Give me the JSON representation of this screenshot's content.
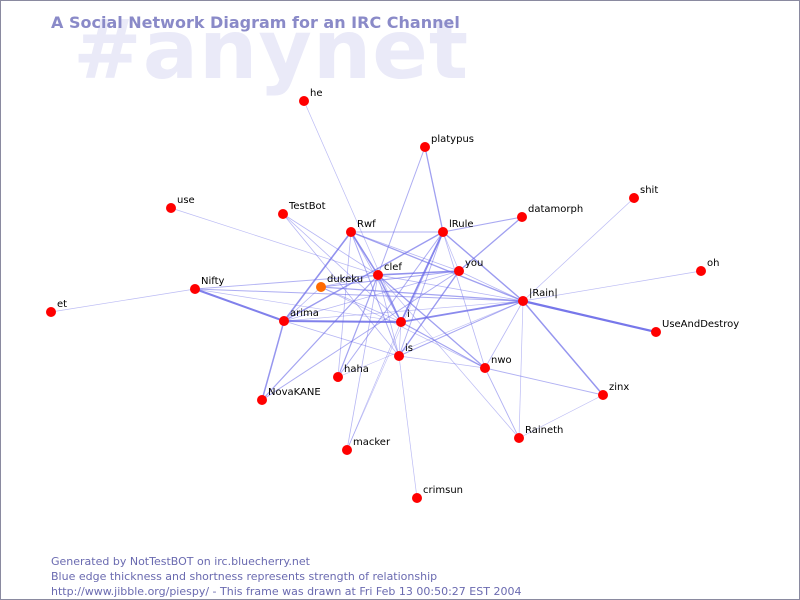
{
  "watermark": "#anynet",
  "title": "A Social Network Diagram for an IRC Channel",
  "colors": {
    "edge": "#6a6ae8",
    "node": "#ff0000",
    "node_highlight": "#ff6a00",
    "title": "#8a8ac8",
    "footer": "#6a6ab0",
    "watermark": "#eaeaf8"
  },
  "footer": {
    "line1": "Generated by NotTestBOT on irc.bluecherry.net",
    "line2": "Blue edge thickness and shortness represents strength of relationship",
    "line3": "http://www.jibble.org/piespy/ - This frame was drawn at Fri Feb 13 00:50:27 EST 2004"
  },
  "nodes": [
    {
      "id": "he",
      "label": "he"
    },
    {
      "id": "platypus",
      "label": "platypus"
    },
    {
      "id": "use",
      "label": "use"
    },
    {
      "id": "TestBot",
      "label": "TestBot"
    },
    {
      "id": "shit",
      "label": "shit"
    },
    {
      "id": "datamorph",
      "label": "datamorph"
    },
    {
      "id": "Rwf",
      "label": "Rwf"
    },
    {
      "id": "IRule",
      "label": "lRule"
    },
    {
      "id": "clef",
      "label": "clef"
    },
    {
      "id": "you",
      "label": "you"
    },
    {
      "id": "dukeku",
      "label": "dukeku",
      "highlight": true
    },
    {
      "id": "Nifty",
      "label": "Nifty"
    },
    {
      "id": "oh",
      "label": "oh"
    },
    {
      "id": "IRainI",
      "label": "|Rain|"
    },
    {
      "id": "et",
      "label": "et"
    },
    {
      "id": "arima",
      "label": "arima"
    },
    {
      "id": "i",
      "label": "i"
    },
    {
      "id": "UseAndDestroy",
      "label": "UseAndDestroy"
    },
    {
      "id": "is",
      "label": "is"
    },
    {
      "id": "nwo",
      "label": "nwo"
    },
    {
      "id": "haha",
      "label": "haha"
    },
    {
      "id": "NovaKANE",
      "label": "NovaKANE"
    },
    {
      "id": "zinx",
      "label": "zinx"
    },
    {
      "id": "Raineth",
      "label": "Raineth"
    },
    {
      "id": "macker",
      "label": "macker"
    },
    {
      "id": "crimsun",
      "label": "crimsun"
    }
  ],
  "edges": [
    {
      "from": "IRainI",
      "to": "UseAndDestroy",
      "weight": 2.2
    },
    {
      "from": "Nifty",
      "to": "arima",
      "weight": 2.0
    },
    {
      "from": "arima",
      "to": "i",
      "weight": 2.0
    },
    {
      "from": "i",
      "to": "IRainI",
      "weight": 1.8
    },
    {
      "from": "IRule",
      "to": "i",
      "weight": 1.8
    },
    {
      "from": "Rwf",
      "to": "clef",
      "weight": 1.6
    },
    {
      "from": "Rwf",
      "to": "arima",
      "weight": 1.6
    },
    {
      "from": "clef",
      "to": "you",
      "weight": 1.6
    },
    {
      "from": "IRainI",
      "to": "zinx",
      "weight": 1.5
    },
    {
      "from": "arima",
      "to": "NovaKANE",
      "weight": 1.5
    },
    {
      "from": "clef",
      "to": "i",
      "weight": 1.5
    },
    {
      "from": "IRule",
      "to": "IRainI",
      "weight": 1.4
    },
    {
      "from": "IRule",
      "to": "arima",
      "weight": 1.4
    },
    {
      "from": "you",
      "to": "is",
      "weight": 1.4
    },
    {
      "from": "Rwf",
      "to": "IRainI",
      "weight": 1.3
    },
    {
      "from": "clef",
      "to": "nwo",
      "weight": 1.3
    },
    {
      "from": "platypus",
      "to": "IRule",
      "weight": 1.3
    },
    {
      "from": "datamorph",
      "to": "you",
      "weight": 1.3
    },
    {
      "from": "datamorph",
      "to": "IRule",
      "weight": 1.1
    },
    {
      "from": "dukeku",
      "to": "IRainI",
      "weight": 1.2
    },
    {
      "from": "dukeku",
      "to": "you",
      "weight": 1.1
    },
    {
      "from": "clef",
      "to": "NovaKANE",
      "weight": 1.2
    },
    {
      "from": "clef",
      "to": "haha",
      "weight": 1.2
    },
    {
      "from": "i",
      "to": "nwo",
      "weight": 1.2
    },
    {
      "from": "is",
      "to": "IRainI",
      "weight": 1.1
    },
    {
      "from": "platypus",
      "to": "clef",
      "weight": 1.0
    },
    {
      "from": "Rwf",
      "to": "IRule",
      "weight": 1.0
    },
    {
      "from": "Rwf",
      "to": "is",
      "weight": 1.0
    },
    {
      "from": "Nifty",
      "to": "IRainI",
      "weight": 1.0
    },
    {
      "from": "NovaKANE",
      "to": "you",
      "weight": 1.0
    },
    {
      "from": "haha",
      "to": "IRule",
      "weight": 1.0
    },
    {
      "from": "Nifty",
      "to": "clef",
      "weight": 0.9
    },
    {
      "from": "nwo",
      "to": "Raineth",
      "weight": 0.9
    },
    {
      "from": "nwo",
      "to": "zinx",
      "weight": 0.9
    },
    {
      "from": "is",
      "to": "IRule",
      "weight": 0.9
    },
    {
      "from": "TestBot",
      "to": "i",
      "weight": 0.8
    },
    {
      "from": "TestBot",
      "to": "clef",
      "weight": 0.8
    },
    {
      "from": "TestBot",
      "to": "is",
      "weight": 0.8
    },
    {
      "from": "Rwf",
      "to": "you",
      "weight": 0.8
    },
    {
      "from": "Rwf",
      "to": "i",
      "weight": 0.8
    },
    {
      "from": "Rwf",
      "to": "haha",
      "weight": 0.8
    },
    {
      "from": "IRule",
      "to": "nwo",
      "weight": 0.8
    },
    {
      "from": "you",
      "to": "IRainI",
      "weight": 0.8
    },
    {
      "from": "you",
      "to": "arima",
      "weight": 0.8
    },
    {
      "from": "clef",
      "to": "is",
      "weight": 0.8
    },
    {
      "from": "clef",
      "to": "IRainI",
      "weight": 0.8
    },
    {
      "from": "clef",
      "to": "macker",
      "weight": 0.8
    },
    {
      "from": "clef",
      "to": "Raineth",
      "weight": 0.7
    },
    {
      "from": "dukeku",
      "to": "i",
      "weight": 0.8
    },
    {
      "from": "dukeku",
      "to": "nwo",
      "weight": 0.7
    },
    {
      "from": "dukeku",
      "to": "clef",
      "weight": 0.8
    },
    {
      "from": "dukeku",
      "to": "arima",
      "weight": 0.8
    },
    {
      "from": "arima",
      "to": "is",
      "weight": 0.8
    },
    {
      "from": "arima",
      "to": "IRainI",
      "weight": 0.7
    },
    {
      "from": "i",
      "to": "macker",
      "weight": 0.7
    },
    {
      "from": "i",
      "to": "is",
      "weight": 0.7
    },
    {
      "from": "is",
      "to": "crimsun",
      "weight": 0.7
    },
    {
      "from": "is",
      "to": "nwo",
      "weight": 0.7
    },
    {
      "from": "IRainI",
      "to": "nwo",
      "weight": 0.8
    },
    {
      "from": "IRainI",
      "to": "shit",
      "weight": 0.7
    },
    {
      "from": "IRainI",
      "to": "oh",
      "weight": 0.7
    },
    {
      "from": "IRainI",
      "to": "Raineth",
      "weight": 0.7
    },
    {
      "from": "zinx",
      "to": "Raineth",
      "weight": 0.7
    },
    {
      "from": "he",
      "to": "i",
      "weight": 0.7
    },
    {
      "from": "use",
      "to": "clef",
      "weight": 0.7
    },
    {
      "from": "et",
      "to": "Nifty",
      "weight": 0.7
    },
    {
      "from": "Nifty",
      "to": "i",
      "weight": 0.7
    },
    {
      "from": "IRule",
      "to": "you",
      "weight": 0.7
    },
    {
      "from": "haha",
      "to": "IRainI",
      "weight": 0.6
    },
    {
      "from": "macker",
      "to": "IRule",
      "weight": 0.6
    }
  ]
}
